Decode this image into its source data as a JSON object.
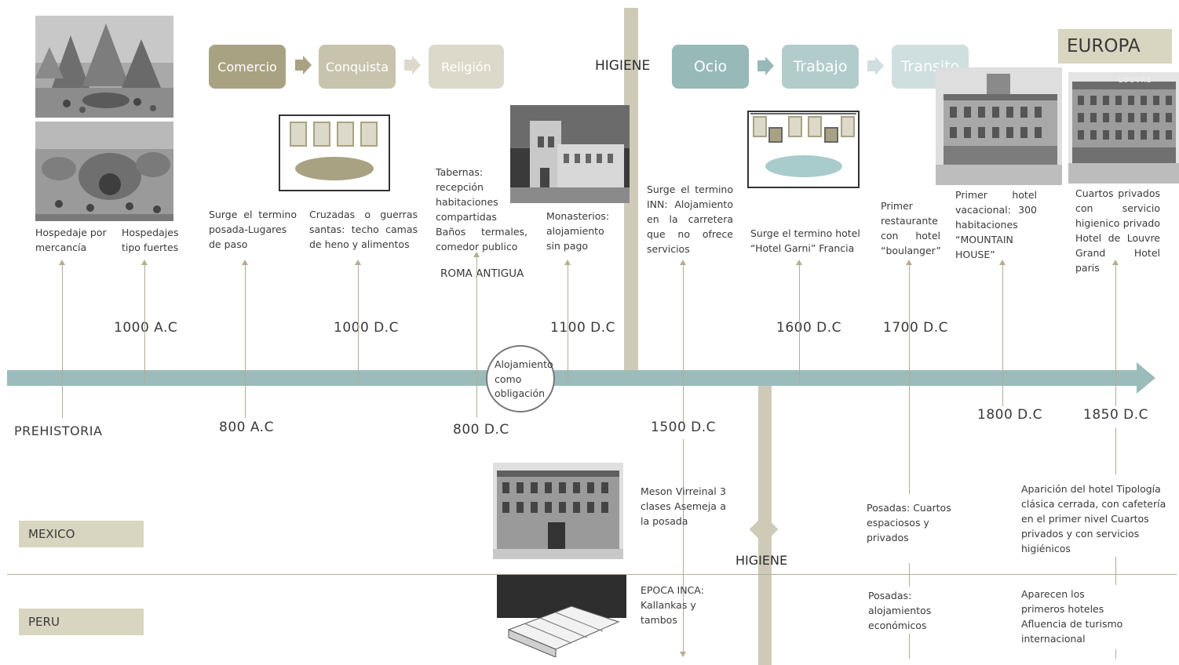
{
  "colors": {
    "timeline": "#9bbcba",
    "olive": "#a8a283",
    "olive_light": "#c7c3ad",
    "olive_lighter": "#dcd9ca",
    "teal": "#97b9b8",
    "teal_light": "#b2cccb",
    "teal_lighter": "#cfdfdf",
    "band": "#cfcab8",
    "country_bg": "#d8d5c0"
  },
  "pills_left": [
    "Comercio",
    "Conquista",
    "Religión"
  ],
  "pills_right": [
    "Ocio",
    "Trabajo",
    "Transito"
  ],
  "labels": {
    "higiene_top": "HIGIENE",
    "higiene_bottom": "HIGIENE",
    "europa": "EUROPA",
    "roma": "ROMA ANTIGUA",
    "prehistoria": "PREHISTORIA",
    "circle": "Alojamiento como obligación"
  },
  "years_top": [
    "1000 A.C",
    "1000 D.C",
    "1100 D.C",
    "1600 D.C",
    "1700 D.C"
  ],
  "years_bottom": [
    "800 A.C",
    "800 D.C",
    "1500 D.C",
    "1800 D.C",
    "1850 D.C"
  ],
  "texts": {
    "hosp_merc": "Hospedaje por mercancía",
    "hosp_fuertes": "Hospedajes tipo fuertes",
    "posada": "Surge el termino posada-Lugares de paso",
    "cruzadas": "Cruzadas o guerras santas: techo camas de heno y alimentos",
    "tabernas": "Tabernas: recepción habitaciones compartidas Baños termales, comedor publico",
    "monasterios": "Monasterios: alojamiento sin pago",
    "inn": "Surge el termino INN: Alojamiento en la carretera que no ofrece servicios",
    "garni": "Surge el termino hotel “Hotel Garni” Francia",
    "primer_rest": "Primer restaurante con hotel “boulanger”",
    "primer_hotel": "Primer hotel vacacional: 300 habitaciones “MOUNTAIN HOUSE”",
    "louvre": "Cuartos privados con servicio higienico privado Hotel de Louvre Grand Hotel paris",
    "meson": "Meson Virreinal 3 clases Asemeja a la posada",
    "posadas_mx": "Posadas: Cuartos espaciosos y privados",
    "aparicion": "Aparición del hotel Tipología clásica cerrada, con cafetería en el primer nivel Cuartos privados y con servicios higiénicos",
    "inca": "EPOCA INCA: Kallankas y tambos",
    "posadas_pe": "Posadas: alojamientos económicos",
    "aparecen": "Aparecen los primeros hoteles Afluencia de turismo internacional"
  },
  "countries": [
    "MEXICO",
    "PERU"
  ],
  "sign_text": "LOUVRE"
}
